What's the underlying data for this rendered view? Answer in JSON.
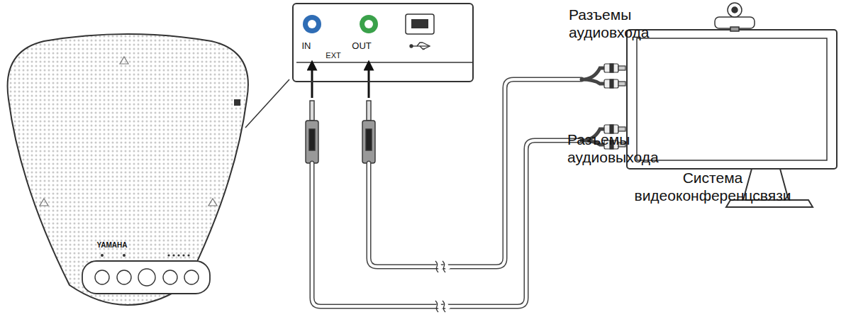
{
  "diagram": {
    "nodes": [
      {
        "text": [
          "YAMAHA"
        ]
      },
      {
        "text": [
          "IN",
          "EXT",
          "OUT"
        ]
      }
    ],
    "labels": [
      "Разъемы аудиовхода",
      "Разъемы аудиовыхода",
      "Система видеоконференцсвязи"
    ]
  }
}
